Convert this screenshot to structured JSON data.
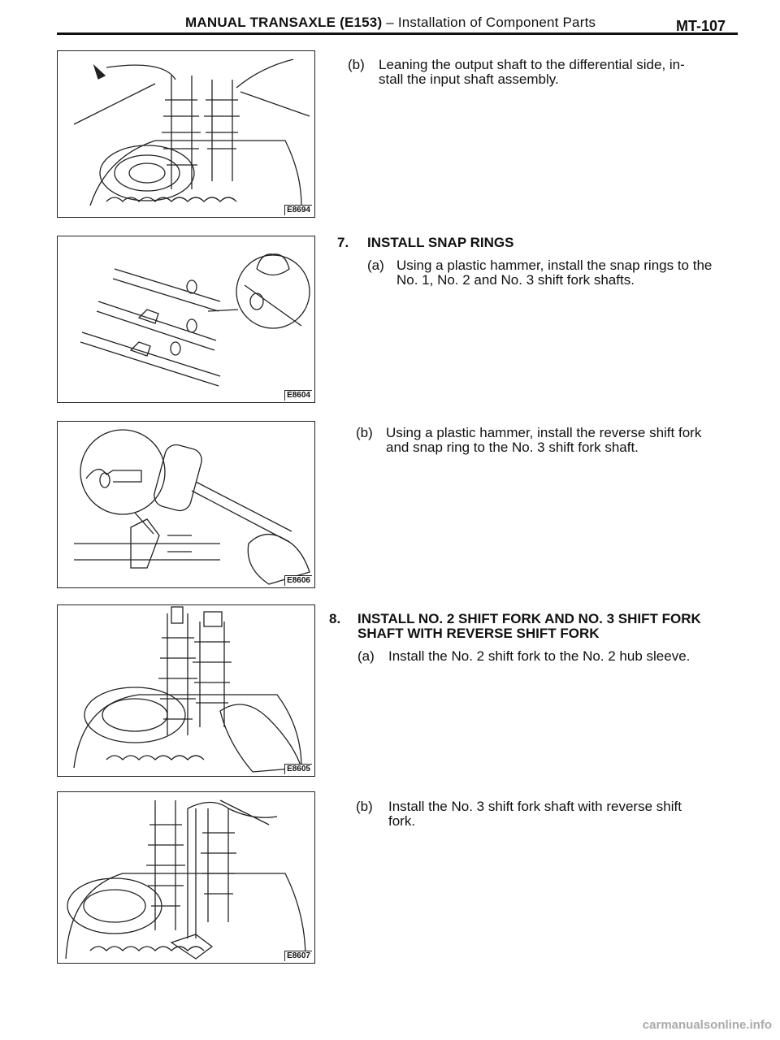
{
  "header": {
    "title_bold": "MANUAL TRANSAXLE (E153)",
    "title_rest": " – Installation of Component Parts",
    "page": "MT-107"
  },
  "figures": [
    {
      "code": "E8694"
    },
    {
      "code": "E8604"
    },
    {
      "code": "E8606"
    },
    {
      "code": "E8605"
    },
    {
      "code": "E8607"
    }
  ],
  "sections": {
    "b1": {
      "label": "(b)",
      "line1": "Leaning the output shaft to the differential side, in-",
      "line2": "stall the input shaft assembly."
    },
    "step7": {
      "number": "7.",
      "title": "INSTALL SNAP RINGS",
      "a": {
        "label": "(a)",
        "line1": "Using a plastic hammer, install the snap rings to the",
        "line2": "No. 1, No. 2 and No. 3 shift fork shafts."
      },
      "b": {
        "label": "(b)",
        "line1": "Using a plastic hammer, install the reverse shift fork",
        "line2": "and snap ring to the No. 3 shift fork shaft."
      }
    },
    "step8": {
      "number": "8.",
      "title_line1": "INSTALL NO. 2 SHIFT FORK AND NO. 3 SHIFT FORK",
      "title_line2": "SHAFT WITH REVERSE SHIFT FORK",
      "a": {
        "label": "(a)",
        "line1": "Install the No. 2 shift fork to the No. 2 hub sleeve."
      },
      "b": {
        "label": "(b)",
        "line1": "Install the No. 3 shift fork shaft with reverse shift",
        "line2": "fork."
      }
    }
  },
  "footer": {
    "watermark": "carmanualsonline.info"
  }
}
